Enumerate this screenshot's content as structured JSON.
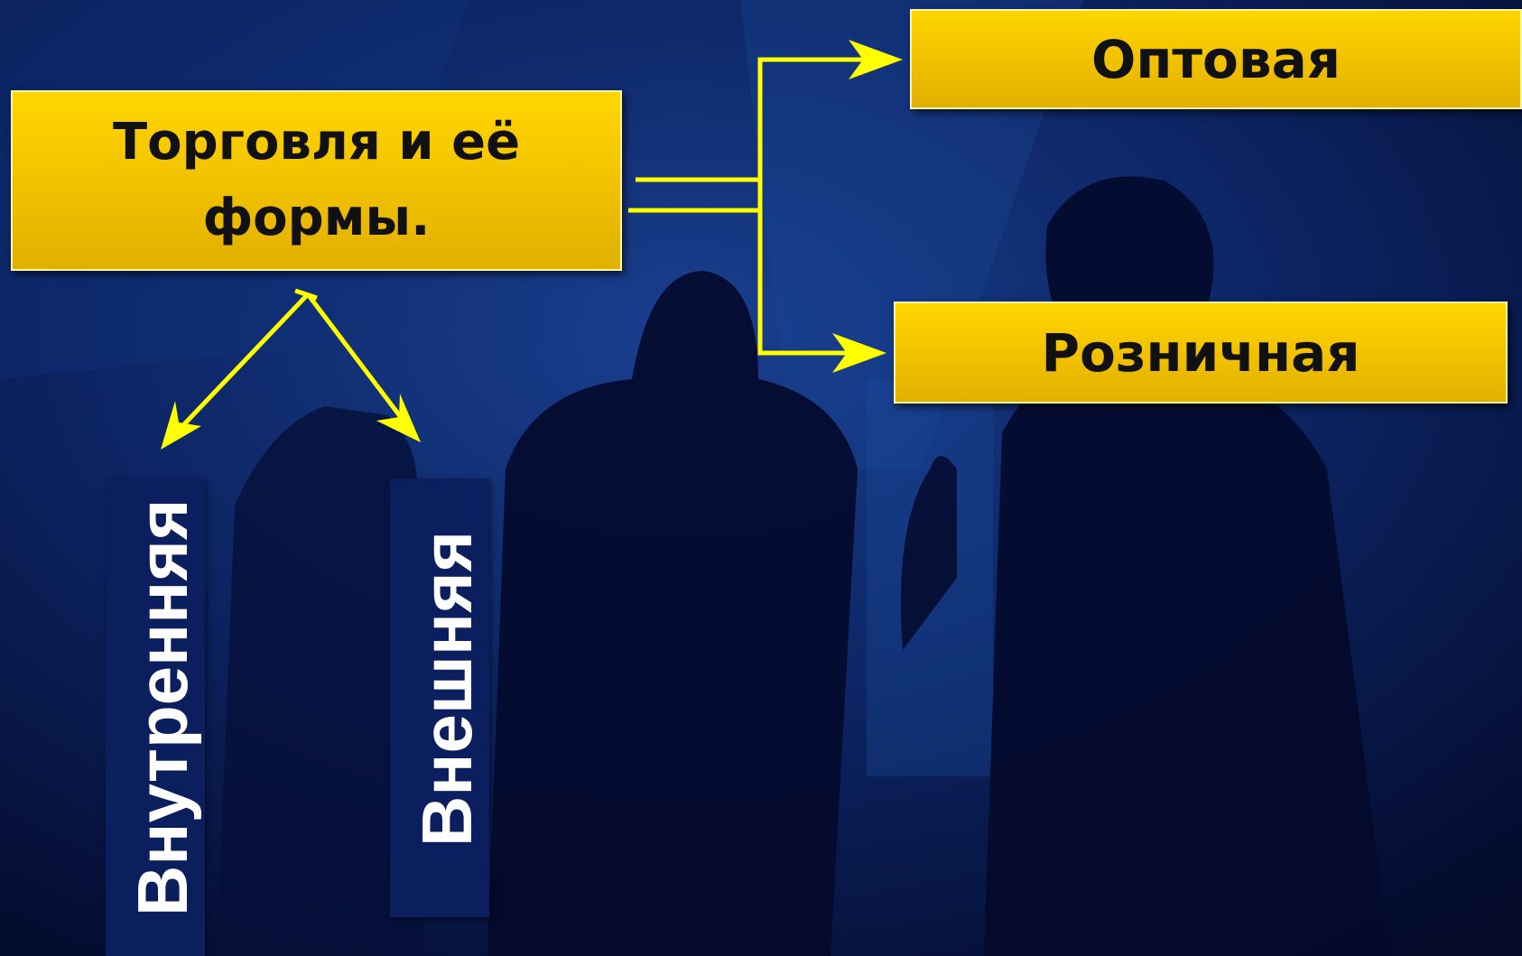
{
  "diagram": {
    "root": {
      "label": "Торговля и её формы."
    },
    "right_branches": [
      {
        "label": "Оптовая"
      },
      {
        "label": "Розничная"
      }
    ],
    "down_branches": [
      {
        "label": "Внутренняя"
      },
      {
        "label": "Внешняя"
      }
    ]
  },
  "colors": {
    "box_fill": "#ffd200",
    "arrow": "#ffff00",
    "vertical_box": "#0b1e5e",
    "background": "#050d33"
  }
}
